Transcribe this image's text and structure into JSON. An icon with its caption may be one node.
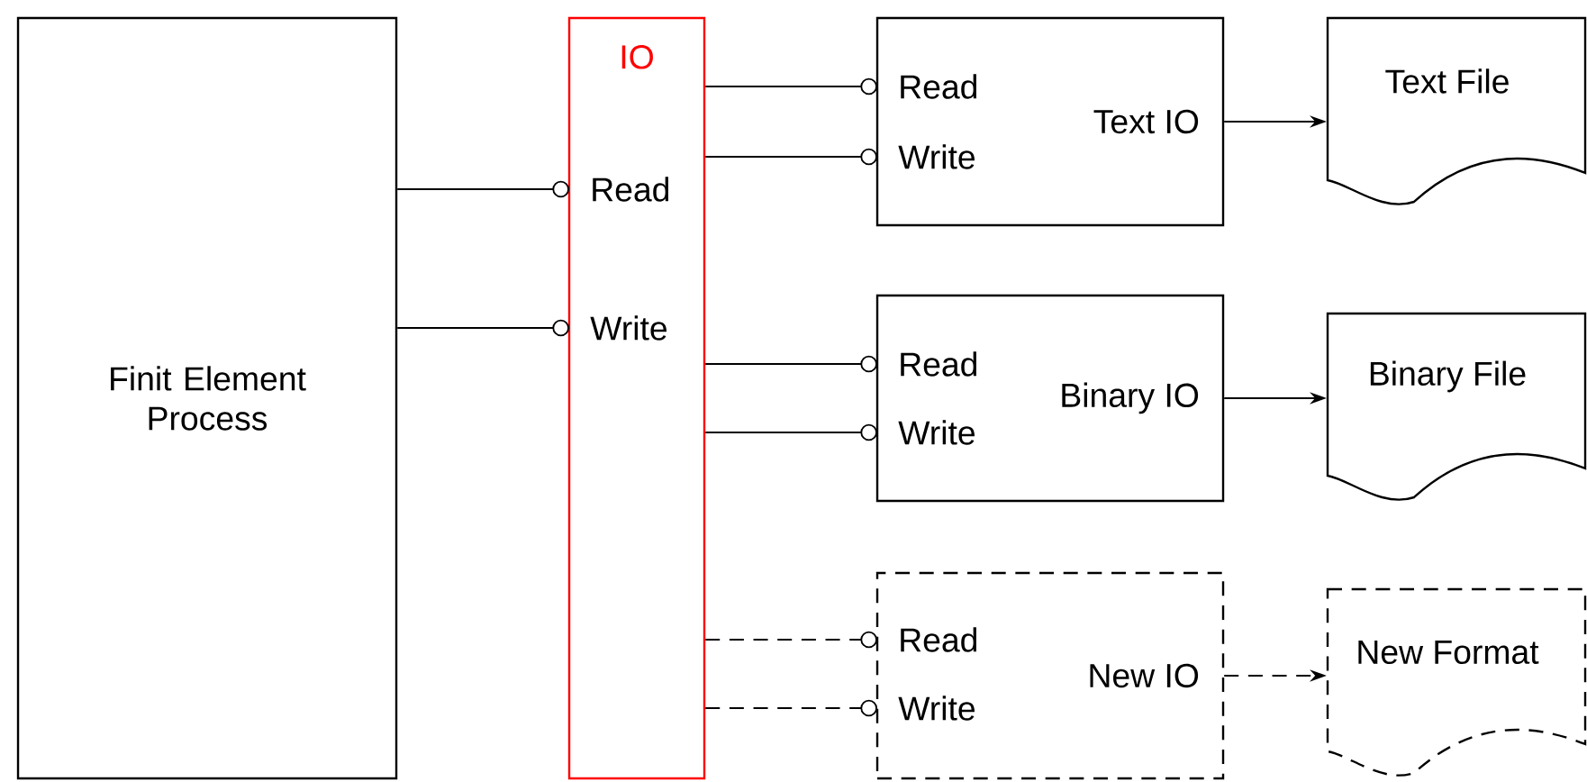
{
  "diagram": {
    "nodes": [
      {
        "text": [
          "Finit Element Process"
        ]
      },
      {
        "text": [
          "IO"
        ]
      },
      {
        "text": [
          "Read"
        ],
        "in": 1
      },
      {
        "text": [
          "Write"
        ],
        "in": 1
      },
      {
        "text": [
          "Text IO"
        ]
      },
      {
        "text": [
          "Read"
        ],
        "in": 4
      },
      {
        "text": [
          "Write"
        ],
        "in": 4
      },
      {
        "text": [
          "Binary IO"
        ]
      },
      {
        "text": [
          "Read"
        ],
        "in": 7
      },
      {
        "text": [
          "Write"
        ],
        "in": 7
      },
      {
        "text": [
          "New IO"
        ]
      },
      {
        "text": [
          "Read"
        ],
        "in": 10
      },
      {
        "text": [
          "Write"
        ],
        "in": 10
      },
      {
        "text": [
          "Text File"
        ]
      },
      {
        "text": [
          "Binary File"
        ]
      },
      {
        "text": [
          "New Format"
        ]
      }
    ],
    "edges": [
      {
        "from": 0,
        "to": 2,
        "arrow": "other"
      },
      {
        "from": 0,
        "to": 3,
        "arrow": "other"
      },
      {
        "from": 1,
        "to": 5,
        "arrow": "other"
      },
      {
        "from": 1,
        "to": 6,
        "arrow": "other"
      },
      {
        "from": 1,
        "to": 8,
        "arrow": "other"
      },
      {
        "from": 1,
        "to": 9,
        "arrow": "other"
      },
      {
        "from": 1,
        "to": 11,
        "arrow": "other",
        "style": "dashed"
      },
      {
        "from": 1,
        "to": 12,
        "arrow": "other",
        "style": "dashed"
      },
      {
        "from": 4,
        "to": 13,
        "arrow": "to"
      },
      {
        "from": 7,
        "to": 14,
        "arrow": "to"
      },
      {
        "from": 10,
        "to": 15,
        "arrow": "to",
        "style": "dashed"
      }
    ]
  }
}
